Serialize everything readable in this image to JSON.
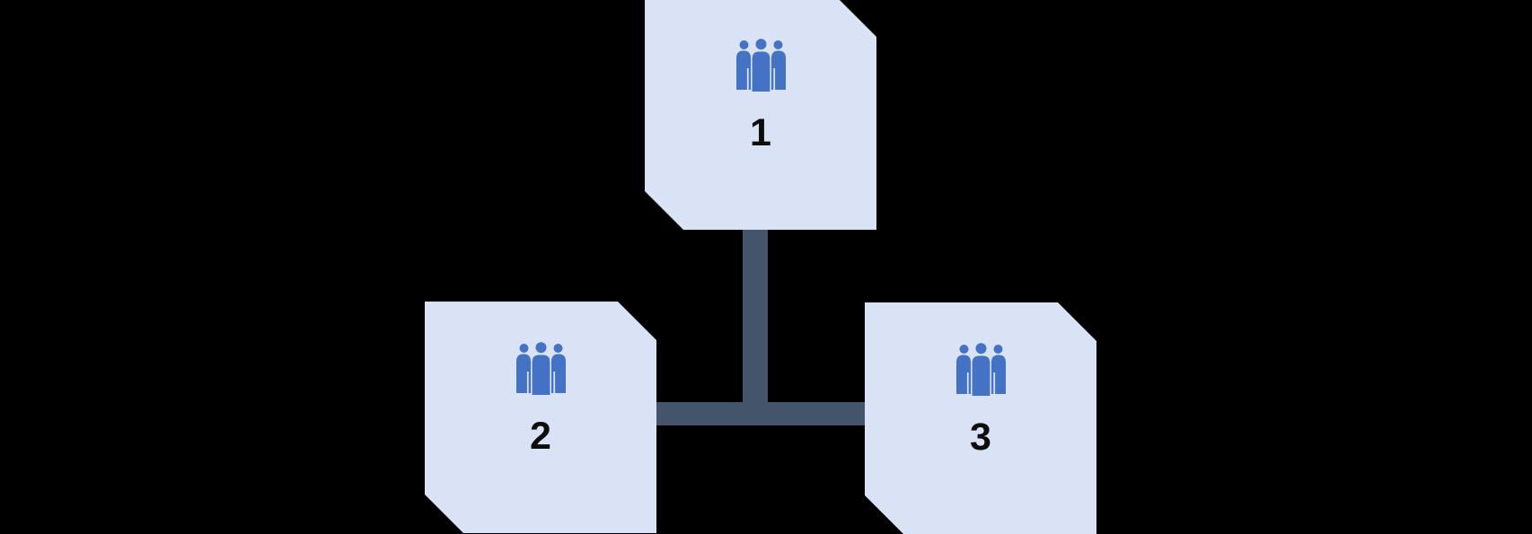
{
  "theme": {
    "background": "#000000",
    "node_fill": "#dae2f5",
    "icon_blue": "#4472c4",
    "connector": "#44546a",
    "label_color": "#0d0d0d"
  },
  "diagram": {
    "kind": "org-chart",
    "node_shape": "square-with-snipped-top-right-and-bottom-left-corners",
    "nodes": [
      {
        "label": "1",
        "icon": "people-group-icon",
        "position": "top-center"
      },
      {
        "label": "2",
        "icon": "people-group-icon",
        "position": "bottom-left"
      },
      {
        "label": "3",
        "icon": "people-group-icon",
        "position": "bottom-right"
      }
    ],
    "edges": [
      {
        "from": "1",
        "to": "2",
        "style": "elbow"
      },
      {
        "from": "1",
        "to": "3",
        "style": "elbow"
      }
    ]
  }
}
